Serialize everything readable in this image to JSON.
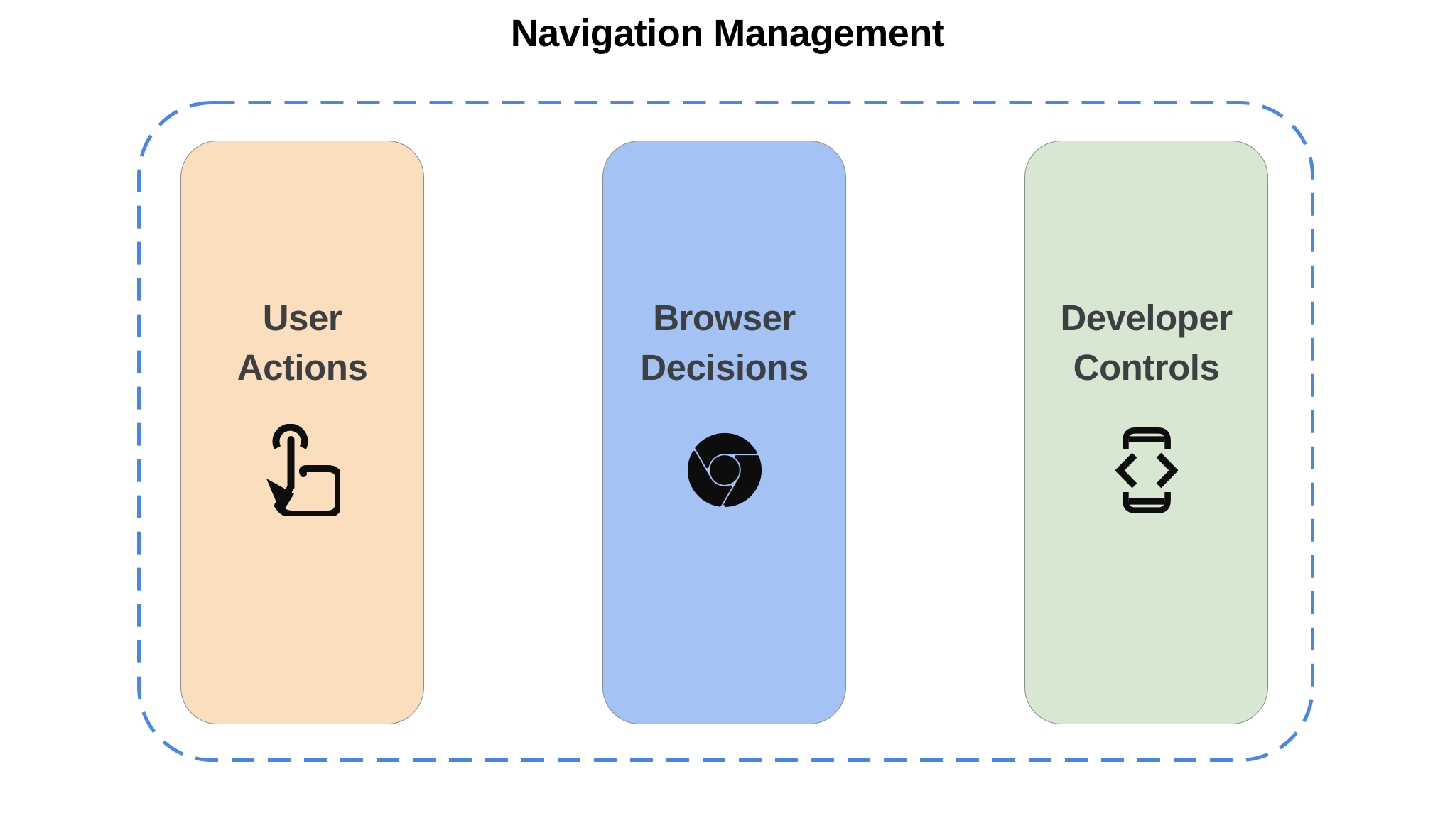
{
  "title": {
    "text": "Navigation Management",
    "color": "#000000"
  },
  "container": {
    "border_color": "#4a86e8",
    "border_style": "dashed"
  },
  "cards": [
    {
      "label": "User Actions",
      "icon": "tap-gesture-icon",
      "bg_color": "#fbdebd",
      "border_color": "#8c8c8c",
      "text_color": "#3c4043"
    },
    {
      "label": "Browser Decisions",
      "icon": "chrome-icon",
      "bg_color": "#a4c2f4",
      "border_color": "#8c8c8c",
      "text_color": "#3c4043"
    },
    {
      "label": "Developer Controls",
      "icon": "developer-mode-icon",
      "bg_color": "#d8e7d1",
      "border_color": "#8c8c8c",
      "text_color": "#3c4043"
    }
  ]
}
